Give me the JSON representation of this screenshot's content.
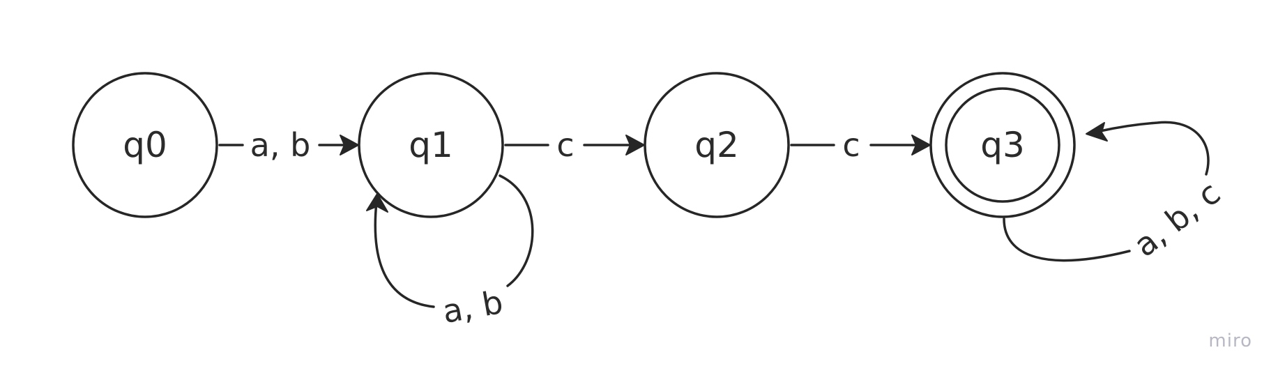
{
  "diagram": {
    "states": [
      {
        "id": "q0",
        "label": "q0",
        "accepting": false
      },
      {
        "id": "q1",
        "label": "q1",
        "accepting": false
      },
      {
        "id": "q2",
        "label": "q2",
        "accepting": false
      },
      {
        "id": "q3",
        "label": "q3",
        "accepting": true
      }
    ],
    "transitions": [
      {
        "from": "q0",
        "to": "q1",
        "label": "a, b"
      },
      {
        "from": "q1",
        "to": "q1",
        "label": "a, b"
      },
      {
        "from": "q1",
        "to": "q2",
        "label": "c"
      },
      {
        "from": "q2",
        "to": "q3",
        "label": "c"
      },
      {
        "from": "q3",
        "to": "q3",
        "label": "a, b, c"
      }
    ]
  },
  "watermark": "miro",
  "colors": {
    "stroke": "#262626",
    "text": "#2b2b2b",
    "watermark": "#b8b8c4",
    "background": "#ffffff"
  }
}
